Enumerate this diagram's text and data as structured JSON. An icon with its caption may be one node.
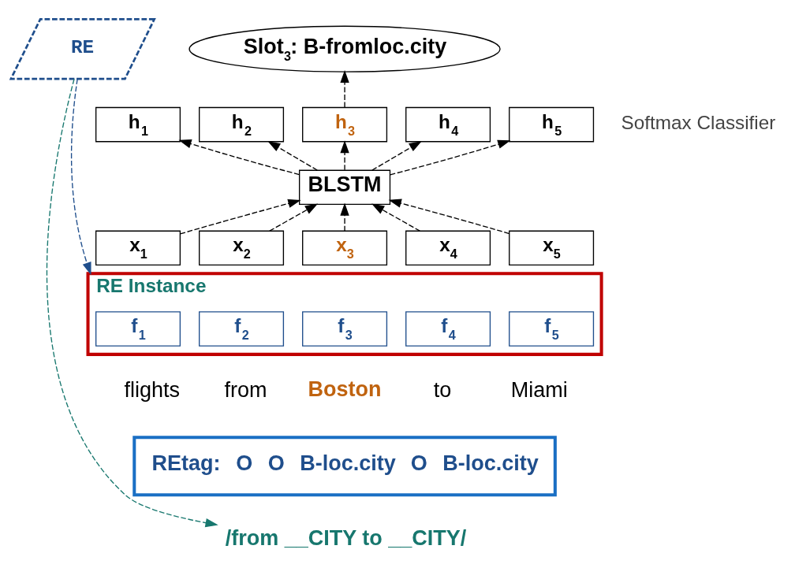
{
  "diagram": {
    "nodes": [
      {
        "text": [
          "Slot$_{3}$: B-fromloc.city"
        ]
      },
      {
        "text": [
          "RE"
        ]
      },
      {
        "text": [
          "h$_{1}$"
        ]
      },
      {
        "text": [
          "h$_{2}$"
        ]
      },
      {
        "text": [
          "h$_{3}$"
        ]
      },
      {
        "text": [
          "h$_{4}$"
        ]
      },
      {
        "text": [
          "h$_{5}$"
        ]
      },
      {
        "text": [
          "BLSTM"
        ]
      },
      {
        "text": [
          "x$_{1}$"
        ]
      },
      {
        "text": [
          "x$_{2}$"
        ]
      },
      {
        "text": [
          "x$_{3}$"
        ]
      },
      {
        "text": [
          "x$_{4}$"
        ]
      },
      {
        "text": [
          "x$_{5}$"
        ]
      },
      {
        "text": [
          "RE Instance"
        ]
      },
      {
        "text": [
          "f$_{1}$"
        ],
        "in": 13
      },
      {
        "text": [
          "f$_{2}$"
        ],
        "in": 13
      },
      {
        "text": [
          "f$_{3}$"
        ],
        "in": 13
      },
      {
        "text": [
          "f$_{4}$"
        ],
        "in": 13
      },
      {
        "text": [
          "f$_{5}$"
        ],
        "in": 13
      },
      {
        "text": [
          "REtag:",
          "O",
          "O",
          "B-loc.city",
          "O",
          "B-loc.city"
        ]
      },
      {
        "text": [
          "/from __CITY to __CITY/"
        ]
      }
    ],
    "edges": [
      {
        "from": 1,
        "to": 13,
        "arrow": "to",
        "style": "dashed",
        "color": "#1f4e8c"
      },
      {
        "from": 1,
        "to": 20,
        "arrow": "to",
        "style": "dashed",
        "color": "#17776e"
      },
      {
        "from": 4,
        "to": 0,
        "arrow": "to",
        "style": "dashed"
      },
      {
        "from": 7,
        "to": 2,
        "arrow": "to",
        "style": "dashed"
      },
      {
        "from": 7,
        "to": 3,
        "arrow": "to",
        "style": "dashed"
      },
      {
        "from": 7,
        "to": 4,
        "arrow": "to",
        "style": "dashed"
      },
      {
        "from": 7,
        "to": 5,
        "arrow": "to",
        "style": "dashed"
      },
      {
        "from": 7,
        "to": 6,
        "arrow": "to",
        "style": "dashed"
      },
      {
        "from": 8,
        "to": 7,
        "arrow": "to",
        "style": "dashed"
      },
      {
        "from": 9,
        "to": 7,
        "arrow": "to",
        "style": "dashed"
      },
      {
        "from": 10,
        "to": 7,
        "arrow": "to",
        "style": "dashed"
      },
      {
        "from": 11,
        "to": 7,
        "arrow": "to",
        "style": "dashed"
      },
      {
        "from": 12,
        "to": 7,
        "arrow": "to",
        "style": "dashed"
      }
    ],
    "labels": [
      "Softmax Classifier",
      "flights",
      "from",
      "Boston",
      "to",
      "Miami"
    ]
  }
}
